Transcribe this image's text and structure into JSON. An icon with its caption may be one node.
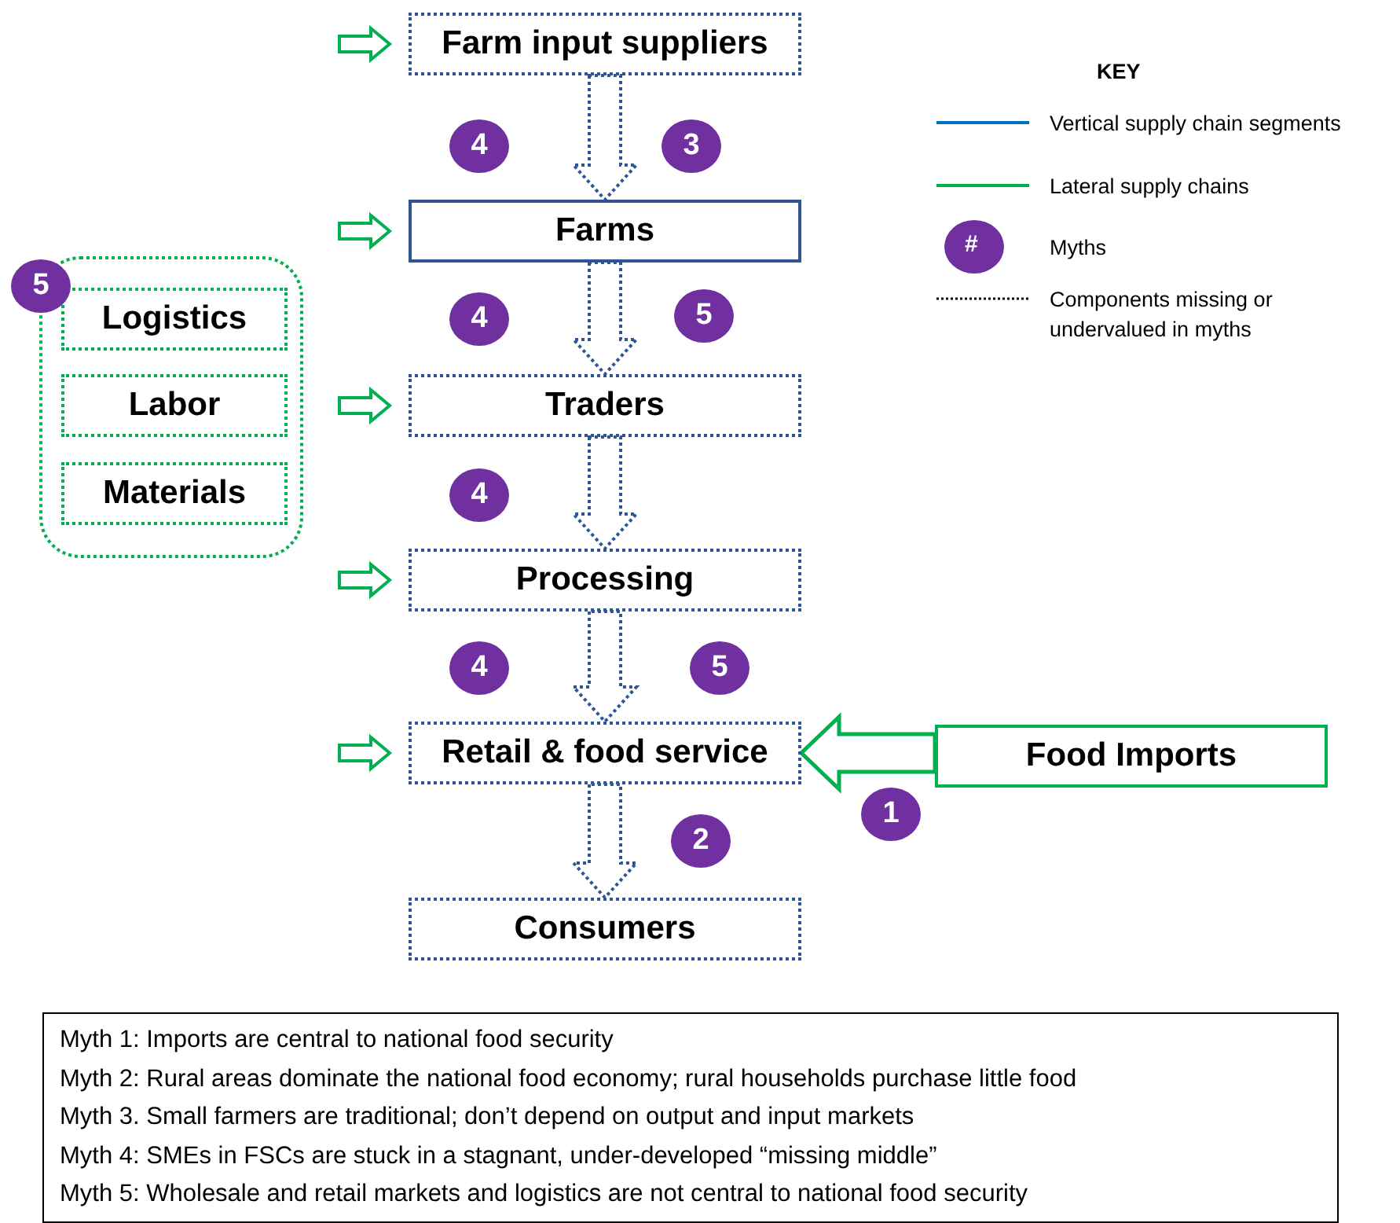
{
  "diagram": {
    "nodes": [
      {
        "text": [
          "Farm input suppliers"
        ]
      },
      {
        "text": [
          "Farms"
        ]
      },
      {
        "text": [
          "Traders"
        ]
      },
      {
        "text": [
          "Processing"
        ]
      },
      {
        "text": [
          "Retail & food service"
        ]
      },
      {
        "text": [
          "Consumers"
        ]
      },
      {
        "text": [
          "Food Imports"
        ]
      },
      {
        "text": [],
        "shape": "box"
      },
      {
        "text": [
          "Logistics"
        ],
        "in": 7
      },
      {
        "text": [
          "Labor"
        ],
        "in": 7
      },
      {
        "text": [
          "Materials"
        ],
        "in": 7
      },
      {
        "text": [
          "5"
        ]
      },
      {
        "text": [
          "4"
        ]
      },
      {
        "text": [
          "3"
        ]
      },
      {
        "text": [
          "4"
        ]
      },
      {
        "text": [
          "5"
        ]
      },
      {
        "text": [
          "4"
        ]
      },
      {
        "text": [
          "4"
        ]
      },
      {
        "text": [
          "5"
        ]
      },
      {
        "text": [
          "1"
        ]
      },
      {
        "text": [
          "2"
        ]
      },
      {
        "text": [
          "Myth 1: Imports are central to national food security",
          "Myth 2: Rural areas dominate the national food economy; rural households purchase little food",
          "Myth 3. Small farmers are traditional; don’t depend on output and input markets",
          "Myth 4: SMEs in FSCs are stuck in a stagnant, under-developed “missing middle”",
          "Myth 5: Wholesale and retail markets and logistics are not central to national food security"
        ]
      }
    ],
    "edges": [
      {
        "from": null,
        "to": 0,
        "arrow": "to"
      },
      {
        "from": null,
        "to": 1,
        "arrow": "to"
      },
      {
        "from": null,
        "to": 2,
        "arrow": "to"
      },
      {
        "from": null,
        "to": 3,
        "arrow": "to"
      },
      {
        "from": null,
        "to": 4,
        "arrow": "to"
      },
      {
        "from": 0,
        "to": 1,
        "arrow": "to",
        "style": "dashed",
        "color": "#2f5597"
      },
      {
        "from": 1,
        "to": 2,
        "arrow": "to",
        "style": "dashed",
        "color": "#2f5597"
      },
      {
        "from": 2,
        "to": 3,
        "arrow": "to",
        "style": "dashed",
        "color": "#2f5597"
      },
      {
        "from": 3,
        "to": 4,
        "arrow": "to",
        "style": "dashed",
        "color": "#2f5597"
      },
      {
        "from": 4,
        "to": 5,
        "arrow": "to",
        "style": "dashed",
        "color": "#2f5597"
      },
      {
        "from": 6,
        "to": 4,
        "arrow": "to",
        "style": "thick"
      }
    ],
    "labels": [
      "KEY",
      "#"
    ],
    "legend": [
      {
        "text": "Vertical supply chain segments"
      },
      {
        "text": "Lateral supply chains"
      },
      {
        "text": "Myths"
      },
      {
        "text": "Components missing or undervalued in myths"
      }
    ]
  }
}
